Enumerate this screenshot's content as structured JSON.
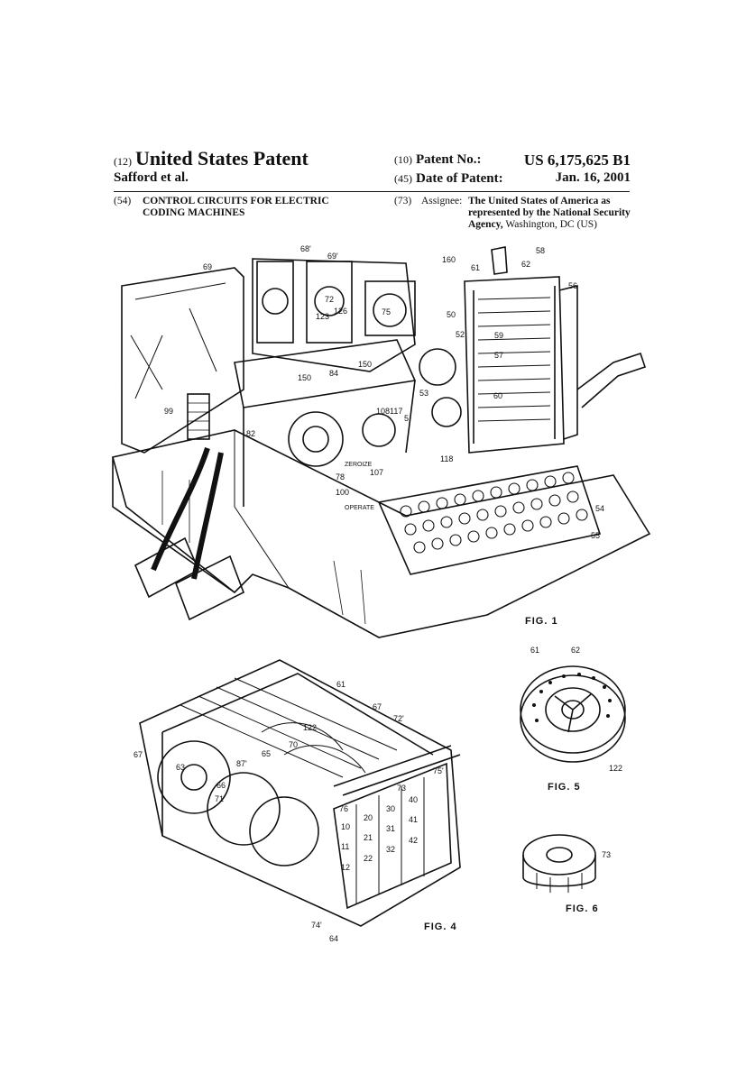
{
  "header": {
    "left_code": "(12)",
    "title": "United States Patent",
    "inventors": "Safford et al.",
    "patent_no_code": "(10)",
    "patent_no_label": "Patent No.:",
    "patent_no_value": "US 6,175,625 B1",
    "date_code": "(45)",
    "date_label": "Date of Patent:",
    "date_value": "Jan. 16, 2001"
  },
  "title_block": {
    "code": "(54)",
    "line1": "CONTROL CIRCUITS FOR ELECTRIC",
    "line2": "CODING MACHINES"
  },
  "assignee": {
    "code": "(73)",
    "label": "Assignee:",
    "line1": "The United States of America as",
    "line2": "represented by the National Security",
    "line3_bold": "Agency,",
    "line3_rest": " Washington, DC (US)"
  },
  "figures": {
    "fig1": "FIG. 1",
    "fig4": "FIG. 4",
    "fig5": "FIG. 5",
    "fig6": "FIG. 6"
  },
  "fig1_refs": [
    "69",
    "68'",
    "69'",
    "72",
    "123",
    "126",
    "75",
    "150",
    "84",
    "150",
    "99",
    "82",
    "108",
    "117",
    "5",
    "78",
    "107",
    "100",
    "ZEROIZE",
    "OPERATE",
    "118",
    "58",
    "160",
    "61",
    "62",
    "56",
    "50",
    "52",
    "59",
    "57",
    "53",
    "60",
    "54",
    "55"
  ],
  "fig4_refs": [
    "61",
    "67",
    "72'",
    "122",
    "67",
    "65",
    "70",
    "87'",
    "63",
    "66",
    "71'",
    "73",
    "75'",
    "76",
    "74'",
    "64"
  ],
  "fig5_refs": [
    "61",
    "62",
    "122"
  ],
  "fig6_refs": [
    "73"
  ],
  "rotor_numbers": [
    "10",
    "11",
    "12",
    "20",
    "21",
    "22",
    "30",
    "31",
    "32",
    "40",
    "41",
    "42"
  ]
}
